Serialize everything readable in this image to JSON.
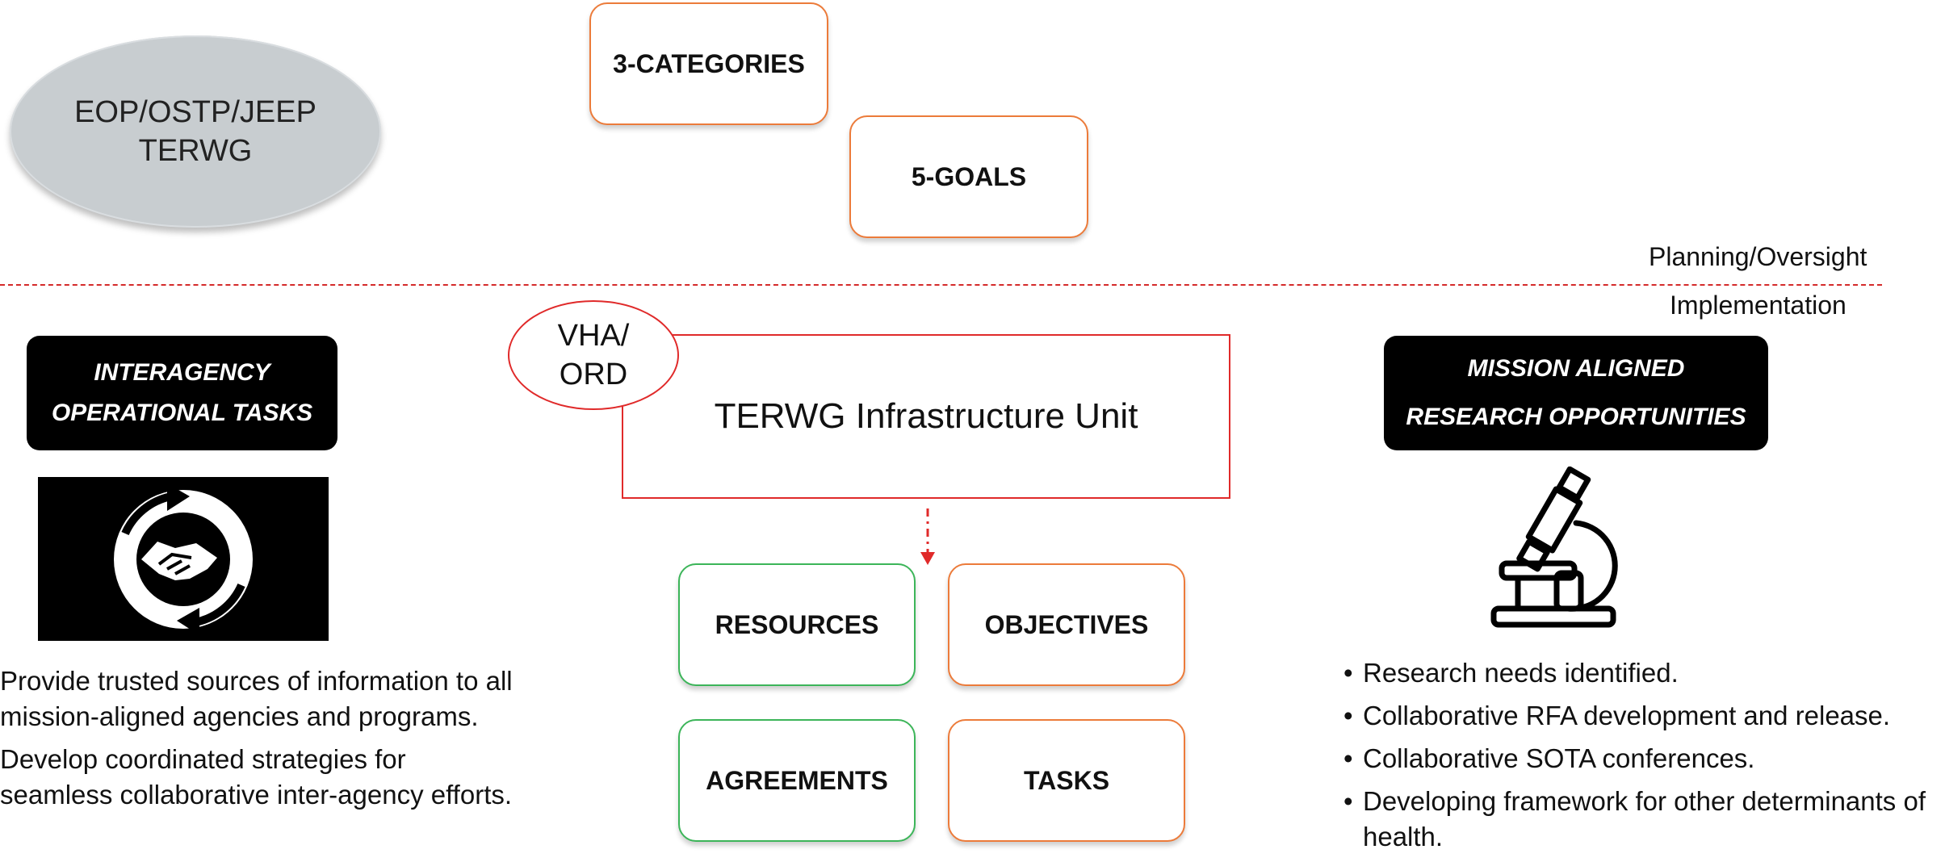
{
  "ellipse": {
    "line1": "EOP/OSTP/JEEP",
    "line2": "TERWG"
  },
  "top_boxes": {
    "categories": "3-CATEGORIES",
    "goals": "5-GOALS"
  },
  "divider_labels": {
    "above": "Planning/Oversight",
    "below": "Implementation"
  },
  "left_panel": {
    "badge_line1": "INTERAGENCY",
    "badge_line2": "OPERATIONAL TASKS",
    "icon": "handshake-cycle-icon",
    "bullets": [
      "Provide trusted sources of information to all mission-aligned agencies and programs.",
      "Develop coordinated strategies for seamless collaborative inter-agency efforts."
    ]
  },
  "center": {
    "oval_line1": "VHA/",
    "oval_line2": "ORD",
    "unit_title": "TERWG Infrastructure Unit",
    "boxes": {
      "resources": "RESOURCES",
      "objectives": "OBJECTIVES",
      "agreements": "AGREEMENTS",
      "tasks": "TASKS"
    }
  },
  "right_panel": {
    "badge_line1": "MISSION ALIGNED",
    "badge_line2": "RESEARCH OPPORTUNITIES",
    "icon": "microscope-icon",
    "bullets": [
      "Research needs identified.",
      "Collaborative RFA development and release.",
      "Collaborative SOTA conferences.",
      "Developing framework for other determinants of health."
    ]
  },
  "colors": {
    "orange": "#ec7b3a",
    "green": "#3cb559",
    "red": "#e02a2a",
    "ellipse_fill": "#c8cdd0"
  }
}
